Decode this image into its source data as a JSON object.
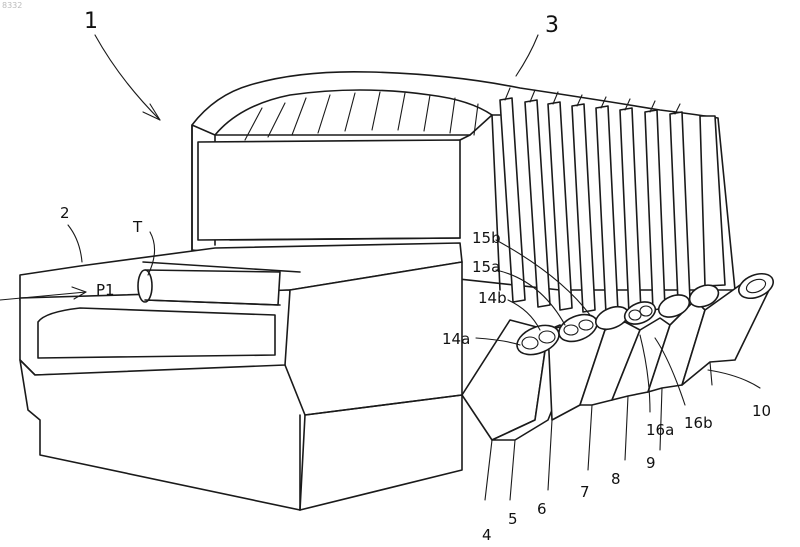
{
  "corner_code": "8332",
  "labels": {
    "l1": "1",
    "l2": "2",
    "l3": "3",
    "t": "T",
    "p1": "P1",
    "l14a": "14a",
    "l14b": "14b",
    "l15a": "15a",
    "l15b": "15b",
    "l16a": "16a",
    "l16b": "16b",
    "l4": "4",
    "l5": "5",
    "l6": "6",
    "l7": "7",
    "l8": "8",
    "l9": "9",
    "l10": "10"
  }
}
